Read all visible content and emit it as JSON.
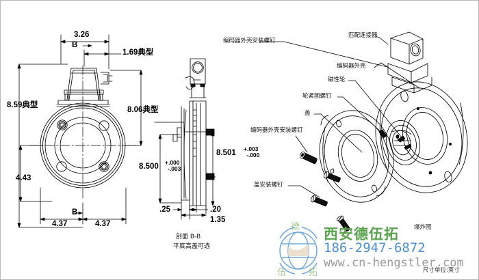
{
  "drawing": {
    "title_note": "爆炸图",
    "unit_note": "尺寸单位:英寸",
    "section_caption_line1": "剖面 B-B",
    "section_caption_line2": "平底高盖可选"
  },
  "front_view": {
    "dim_width_top": "3.26",
    "datum_b_top": "B",
    "dim_typ_169": "1.69典型",
    "dim_height_left": "8.59典型",
    "dim_height_right": "8.06典型",
    "dim_vert_443": "4.43",
    "datum_b_bottom": "B",
    "dim_left_437": "4.37",
    "dim_right_437": "4.37"
  },
  "section_view": {
    "dim_left_nominal": "8.500",
    "dim_left_tol_plus": "+.000",
    "dim_left_tol_minus": "-.003",
    "dim_right_nominal": "8.501",
    "dim_right_tol_plus": "+.003",
    "dim_right_tol_minus": "-.000",
    "dim_25": ".25",
    "dim_20": ".20",
    "dim_135": "1.35"
  },
  "callouts": {
    "housing_screw_left": "编码器外壳安装螺钉",
    "mating_connector": "匹配连接器",
    "encoder_housing": "编码器外壳",
    "magnetic_wheel": "磁性轮",
    "wheel_clamp_screw": "轮紧固螺钉",
    "cover": "盖",
    "housing_screw_right": "编码器外壳安装螺钉",
    "cover_screw": "盖安装螺钉"
  },
  "watermark": {
    "company": "西安德伍拓",
    "phone": "186-2947-6872",
    "website": "www.cn-hengstler.com",
    "logo_glyph_tl": "德",
    "logo_glyph_bl": "伍",
    "logo_glyph_br": "拓"
  },
  "colors": {
    "line": "#000000",
    "brand_green": "#5aa44e",
    "brand_blue": "#4a90d9",
    "url_gray": "#9a9a9a",
    "border": "#b9b9b9",
    "background": "#ffffff"
  }
}
